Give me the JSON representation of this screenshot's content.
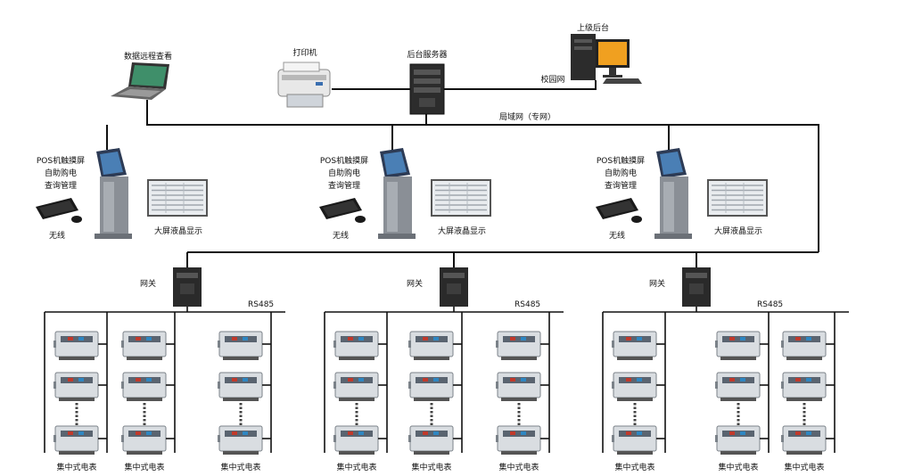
{
  "labels": {
    "remote_view": "数据远程查看",
    "printer": "打印机",
    "server": "后台服务器",
    "superior": "上级后台",
    "campus_net": "校园网",
    "lan": "局域网（专网）",
    "pos_lines": [
      "POS机触摸屏",
      "自助购电",
      "查询管理"
    ],
    "wireless": "无线",
    "lcd": "大屏液晶显示",
    "gateway": "网关",
    "rs485": "RS485",
    "meter": "集中式电表"
  }
}
